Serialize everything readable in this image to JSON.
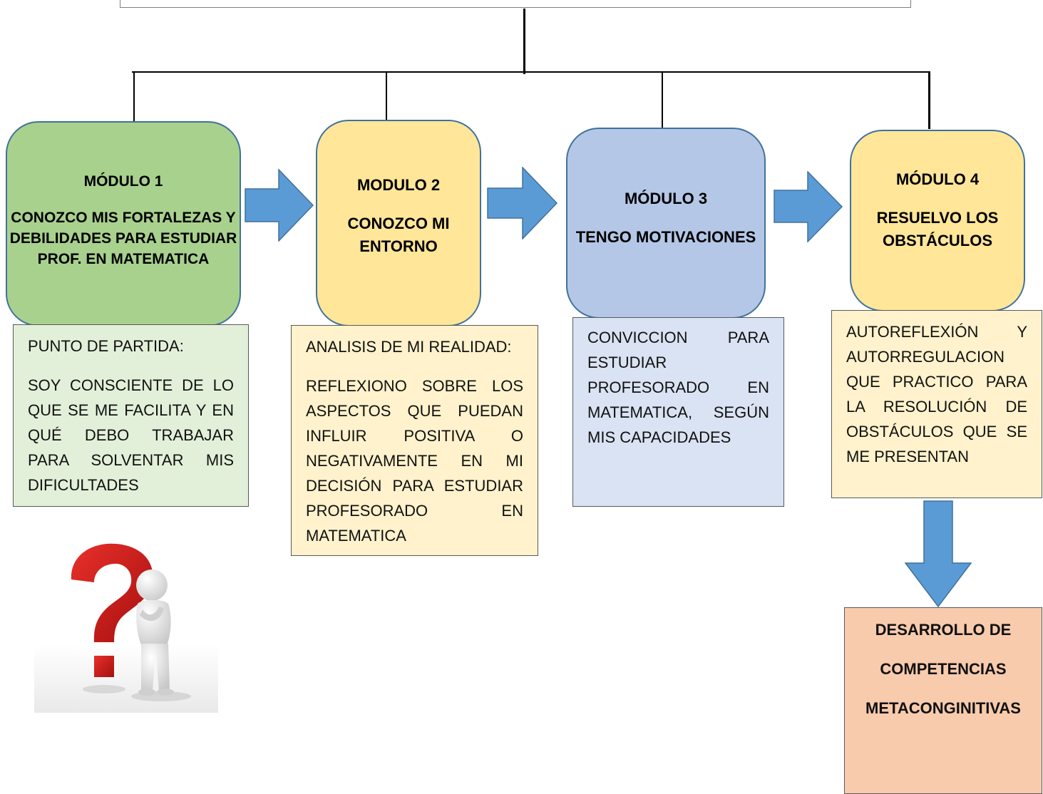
{
  "modules": [
    {
      "title": "MÓDULO 1",
      "body": "CONOZCO MIS FORTALEZAS Y DEBILIDADES PARA ESTUDIAR PROF. EN MATEMATICA",
      "color": "#a9d18e"
    },
    {
      "title": "MODULO 2",
      "body": "CONOZCO MI ENTORNO",
      "color": "#ffe699"
    },
    {
      "title": "MÓDULO 3",
      "body": "TENGO MOTIVACIONES",
      "color": "#b4c7e7"
    },
    {
      "title": "MÓDULO 4",
      "body": "RESUELVO LOS OBSTÁCULOS",
      "color": "#ffe699"
    }
  ],
  "descriptions": [
    {
      "label": "PUNTO DE PARTIDA:",
      "text": "SOY CONSCIENTE DE LO QUE SE ME FACILITA Y EN QUÉ DEBO TRABAJAR PARA SOLVENTAR MIS DIFICULTADES",
      "color": "#e2f0d9"
    },
    {
      "label": "ANALISIS DE MI REALIDAD:",
      "text": "REFLEXIONO SOBRE LOS ASPECTOS QUE PUEDAN INFLUIR POSITIVA O NEGATIVAMENTE EN MI DECISIÓN PARA ESTUDIAR PROFESORADO EN MATEMATICA",
      "color": "#fff2cc"
    },
    {
      "label": "",
      "text": "CONVICCION PARA ESTUDIAR PROFESORADO EN MATEMATICA, SEGÚN MIS CAPACIDADES",
      "color": "#dae3f3"
    },
    {
      "label": "",
      "text": "AUTOREFLEXIÓN Y AUTORREGULACION QUE PRACTICO PARA LA RESOLUCIÓN DE OBSTÁCULOS QUE SE ME PRESENTAN",
      "color": "#fff2cc"
    }
  ],
  "outcome": {
    "lines": [
      "DESARROLLO DE",
      "COMPETENCIAS",
      "METACONGINITIVAS"
    ],
    "color": "#f8cbad"
  },
  "arrow_color": "#5b9bd5",
  "illustration": "question-mark-figure-icon"
}
